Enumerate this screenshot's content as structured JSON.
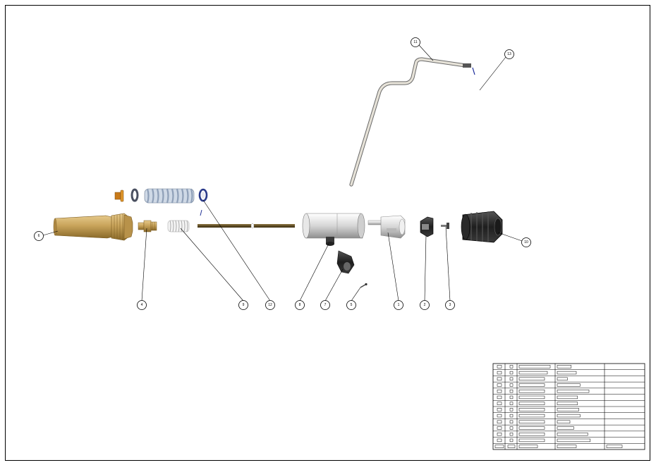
{
  "drawing": {
    "callouts": [
      {
        "id": "part-1",
        "label": "1"
      },
      {
        "id": "part-2",
        "label": "2"
      },
      {
        "id": "part-3",
        "label": "3"
      },
      {
        "id": "part-4",
        "label": "4"
      },
      {
        "id": "part-5",
        "label": "5"
      },
      {
        "id": "part-6",
        "label": "6"
      },
      {
        "id": "part-7",
        "label": "7"
      },
      {
        "id": "part-8",
        "label": "8"
      },
      {
        "id": "part-9",
        "label": "9"
      },
      {
        "id": "part-10",
        "label": "10"
      },
      {
        "id": "part-11",
        "label": "11"
      },
      {
        "id": "part-12",
        "label": "12"
      },
      {
        "id": "part-13",
        "label": "13"
      }
    ]
  },
  "colors": {
    "brass": "#c8a35a",
    "brass_dark": "#8a6a2a",
    "steel": "#d8d8d8",
    "steel_dark": "#8a8a8a",
    "dark_part": "#2a2a2a",
    "spring_blue": "#aebfd6",
    "copper": "#c87a1a",
    "rod": "#4a3a1a"
  },
  "parts_list": {
    "row_count": 14
  }
}
